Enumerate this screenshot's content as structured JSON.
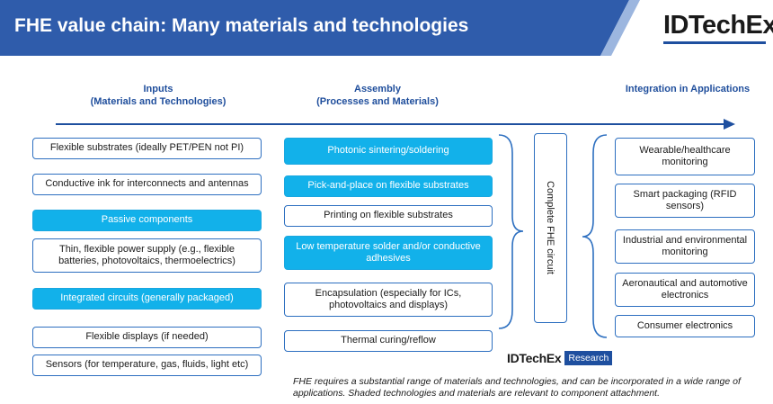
{
  "header": {
    "title": "FHE value chain: Many materials and technologies",
    "logo": "IDTechEx",
    "colors": {
      "band": "#2f5cab",
      "accent": "#1e4f9f"
    }
  },
  "columns": {
    "inputs": {
      "line1": "Inputs",
      "line2": "(Materials and Technologies)"
    },
    "assembly": {
      "line1": "Assembly",
      "line2": "(Processes and Materials)"
    },
    "integration": {
      "line1": "Integration in Applications"
    }
  },
  "inputs": [
    {
      "label": "Flexible substrates (ideally PET/PEN not PI)",
      "shaded": false
    },
    {
      "label": "Conductive ink for interconnects and antennas",
      "shaded": false
    },
    {
      "label": "Passive components",
      "shaded": true
    },
    {
      "label": "Thin, flexible power supply (e.g., flexible batteries, photovoltaics, thermoelectrics)",
      "shaded": false
    },
    {
      "label": "Integrated circuits (generally packaged)",
      "shaded": true
    },
    {
      "label": "Flexible displays (if needed)",
      "shaded": false
    },
    {
      "label": "Sensors (for temperature, gas, fluids, light etc)",
      "shaded": false
    }
  ],
  "assembly": [
    {
      "label": "Photonic sintering/soldering",
      "shaded": true
    },
    {
      "label": "Pick-and-place on flexible substrates",
      "shaded": true
    },
    {
      "label": "Printing on flexible substrates",
      "shaded": false
    },
    {
      "label": "Low temperature solder and/or conductive adhesives",
      "shaded": true
    },
    {
      "label": "Encapsulation (especially for ICs, photovoltaics and displays)",
      "shaded": false
    },
    {
      "label": "Thermal curing/reflow",
      "shaded": false
    }
  ],
  "center": {
    "label": "Complete FHE circuit"
  },
  "applications": [
    {
      "label": "Wearable/healthcare monitoring"
    },
    {
      "label": "Smart packaging (RFID sensors)"
    },
    {
      "label": "Industrial and environmental monitoring"
    },
    {
      "label": "Aeronautical and automotive electronics"
    },
    {
      "label": "Consumer electronics"
    }
  ],
  "footer": {
    "logo_main": "IDTechEx",
    "logo_tag": "Research",
    "note": "FHE requires a substantial range of materials and technologies, and can be incorporated in a wide range of applications. Shaded technologies and materials are relevant to component attachment."
  }
}
